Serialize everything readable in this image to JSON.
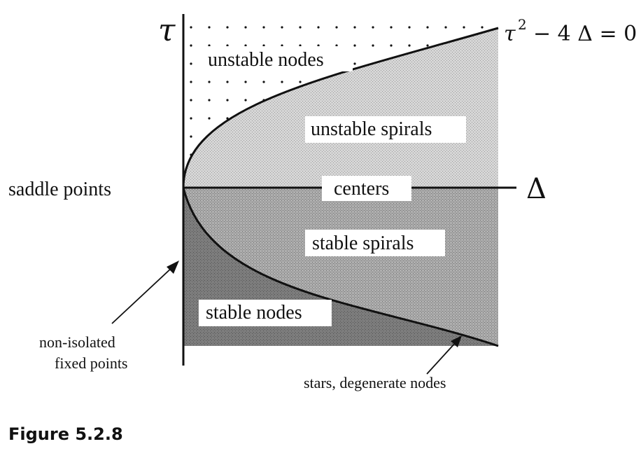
{
  "axes": {
    "vertical_symbol": "τ",
    "horizontal_symbol": "Δ"
  },
  "curve_equation": {
    "base": "τ",
    "exponent": "2",
    "rest": "− 4 Δ = 0"
  },
  "regions": {
    "unstable_nodes": "unstable nodes",
    "unstable_spirals": "unstable spirals",
    "centers": "centers",
    "stable_spirals": "stable spirals",
    "stable_nodes": "stable nodes",
    "saddle_points": "saddle points"
  },
  "annotations": {
    "non_isolated_line1": "non-isolated",
    "non_isolated_line2": "fixed points",
    "stars_degenerate": "stars, degenerate nodes"
  },
  "caption": "Figure 5.2.8",
  "colors": {
    "ink": "#111111",
    "unstable_spiral_fill": "#d2d2d2",
    "stable_spiral_fill": "#a8a8a8",
    "stable_node_fill": "#7a7a7a"
  }
}
